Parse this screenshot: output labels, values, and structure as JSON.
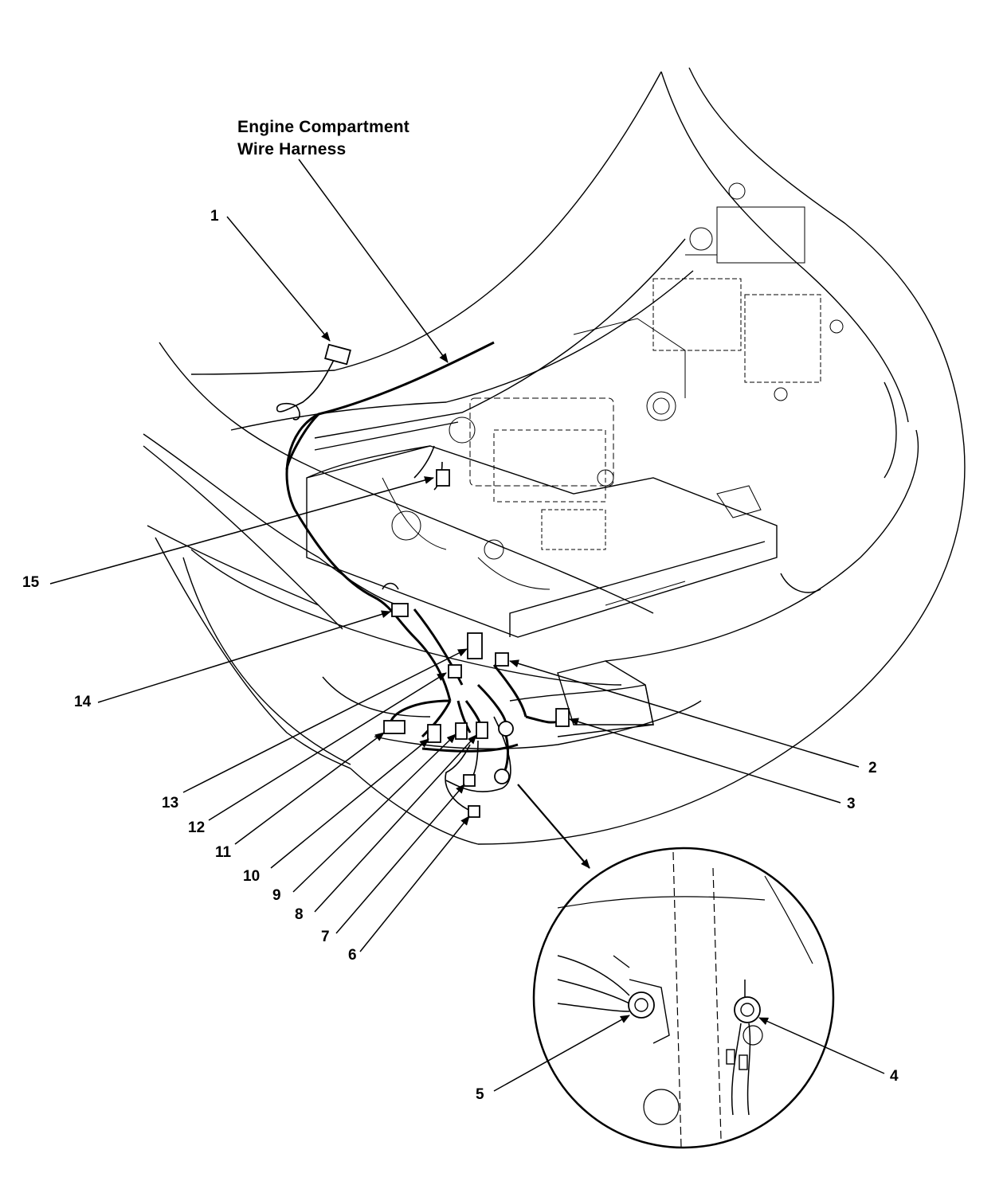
{
  "title": {
    "line1": "Engine Compartment",
    "line2": "Wire Harness"
  },
  "callouts": [
    "1",
    "2",
    "3",
    "4",
    "5",
    "6",
    "7",
    "8",
    "9",
    "10",
    "11",
    "12",
    "13",
    "14",
    "15"
  ],
  "colors": {
    "ink": "#000000",
    "paper": "#ffffff"
  }
}
